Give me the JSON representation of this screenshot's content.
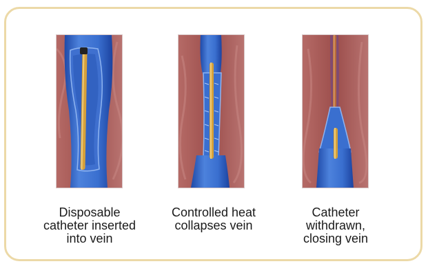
{
  "figure": {
    "panels": [
      {
        "caption_lines": [
          "Disposable",
          "catheter inserted",
          "into vein"
        ]
      },
      {
        "caption_lines": [
          "Controlled heat",
          "collapses vein"
        ]
      },
      {
        "caption_lines": [
          "Catheter",
          "withdrawn,",
          "closing vein"
        ]
      }
    ]
  },
  "colors": {
    "frame_border": "#ecd9a7",
    "tissue": "#a95b58",
    "vein": "#2f63c8",
    "vein_inner": "#5b8fe0",
    "catheter": "#d6a13a",
    "catheter_withdrawn": "#b86b3a"
  }
}
